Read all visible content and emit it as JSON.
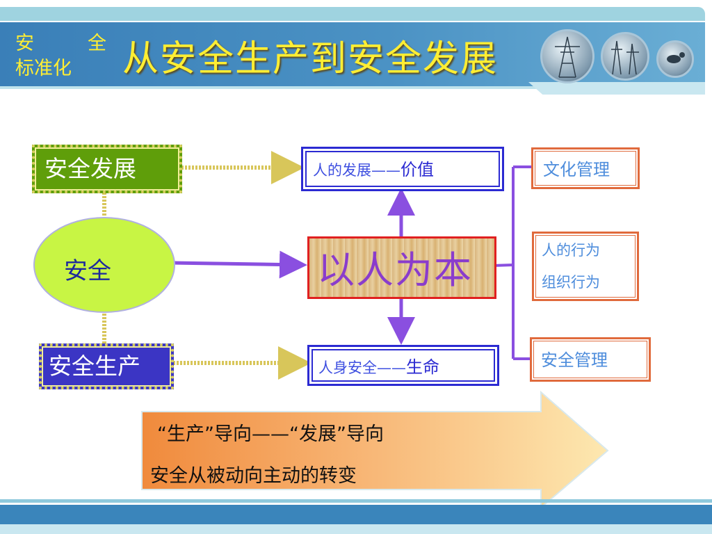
{
  "header": {
    "brand_left_top": "安",
    "brand_right_top": "全",
    "brand_bottom": "标准化",
    "title": "从安全生产到安全发展"
  },
  "diagram": {
    "safety_development": "安全发展",
    "safety": "安全",
    "safety_production": "安全生产",
    "human_development": "人的发展——",
    "value": "价值",
    "people_oriented": "以人为本",
    "personal_safety": "人身安全——",
    "life": "生命",
    "culture_management": "文化管理",
    "human_behavior": "人的行为",
    "organizational_behavior": "组织行为",
    "safety_management": "安全管理"
  },
  "arrow_banner": {
    "line1": "“生产”导向——“发展”导向",
    "line2": "安全从被动向主动的转变"
  },
  "colors": {
    "header_blue": "#3a7fb8",
    "title_yellow": "#ffee33",
    "development_green": "#5f9e0a",
    "production_blue": "#3b35c4",
    "ellipse_green": "#c8f544",
    "connector_purple": "#8a4fe0",
    "core_border_red": "#e02020",
    "box_orange": "#e06a3c"
  }
}
